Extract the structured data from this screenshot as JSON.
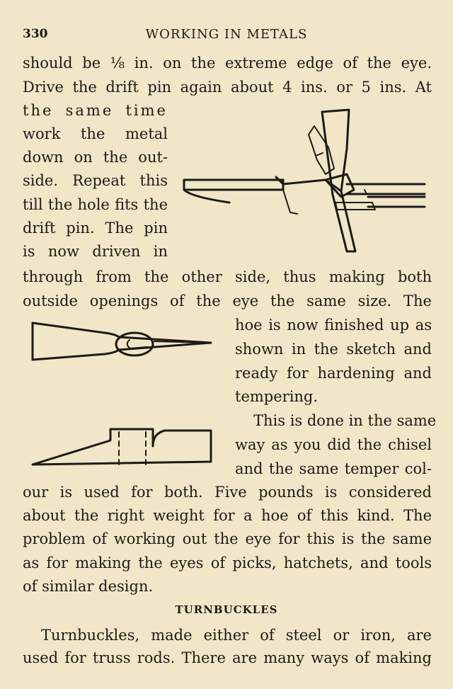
{
  "header": {
    "page_number": "330",
    "running_title": "WORKING IN METALS"
  },
  "body": {
    "lines_a": [
      "should be ⅛ in. on the extreme edge of the eye.",
      "Drive the drift pin again about 4 ins. or 5 ins.  At"
    ],
    "lines_b": [
      "the same time",
      "work the metal",
      "down on the out-",
      "side.  Repeat this",
      "till the hole fits the",
      "drift pin.  The pin",
      "is now driven in"
    ],
    "lines_c": [
      "through from the other side, thus making both",
      "outside openings of the eye the same size.  The"
    ],
    "lines_d": [
      "hoe is now finished up as",
      "shown in the sketch and",
      "ready for hardening and",
      "tempering.",
      "This is done in the same",
      "way as you did the chisel",
      "and the same temper col-"
    ],
    "lines_e": [
      "our is used for both.  Five pounds is considered",
      "about the right weight for a hoe of this kind.  The",
      "problem of working out the eye for this is the same",
      "as for making the eyes of picks, hatchets, and tools",
      "of similar design."
    ],
    "section_heading": "TURNBUCKLES",
    "lines_f": [
      "Turnbuckles, made either of steel or iron, are",
      "used for truss rods.  There are many ways of making"
    ]
  }
}
